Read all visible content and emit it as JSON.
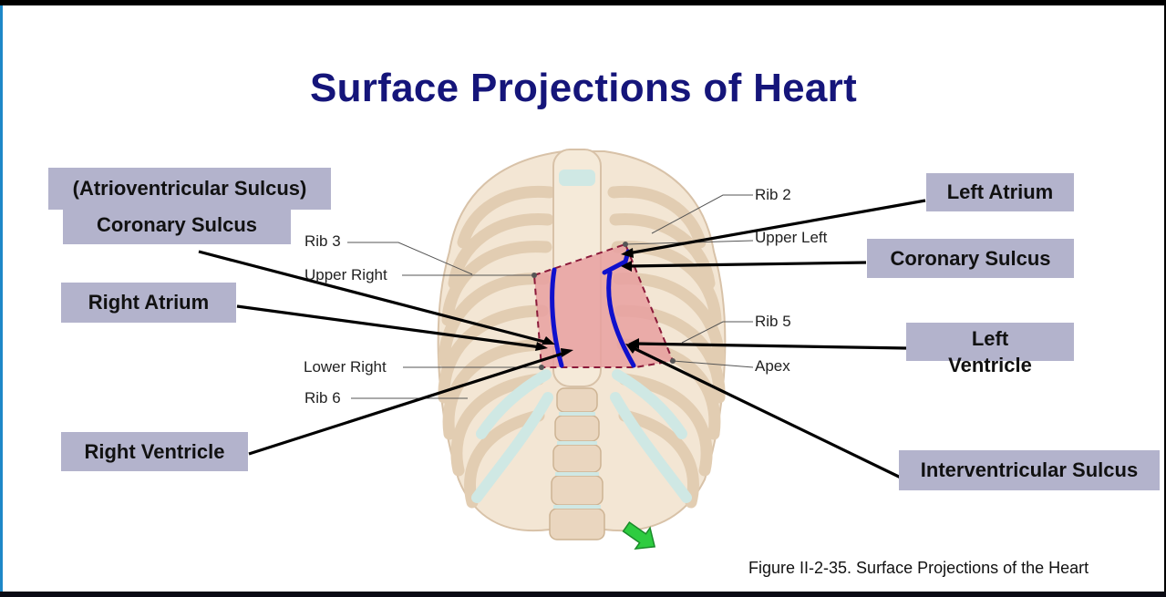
{
  "title": "Surface Projections of Heart",
  "labels": {
    "atrioventricular_sulcus": "(Atrioventricular Sulcus)",
    "coronary_sulcus_left": "Coronary Sulcus",
    "right_atrium": "Right Atrium",
    "right_ventricle": "Right Ventricle",
    "left_atrium": "Left Atrium",
    "coronary_sulcus_right": "Coronary Sulcus",
    "left_ventricle": "Left Ventricle",
    "interventricular_sulcus": "Interventricular Sulcus"
  },
  "figure_labels": {
    "rib2": "Rib 2",
    "upper_left": "Upper Left",
    "rib3": "Rib 3",
    "upper_right": "Upper Right",
    "rib5": "Rib 5",
    "lower_right": "Lower Right",
    "apex": "Apex",
    "rib6": "Rib 6"
  },
  "caption": "Figure II-2-35. Surface Projections of the Heart",
  "colors": {
    "title": "#15157a",
    "label_box": "#b3b3cc",
    "heart_fill": "#e8a0a0",
    "sulcus_line": "#1010cc",
    "bone": "#f0e0cc",
    "cartilage": "#cfe8e4",
    "arrow_green": "#2ecc40"
  },
  "icons": [
    "green-arrow-icon"
  ]
}
